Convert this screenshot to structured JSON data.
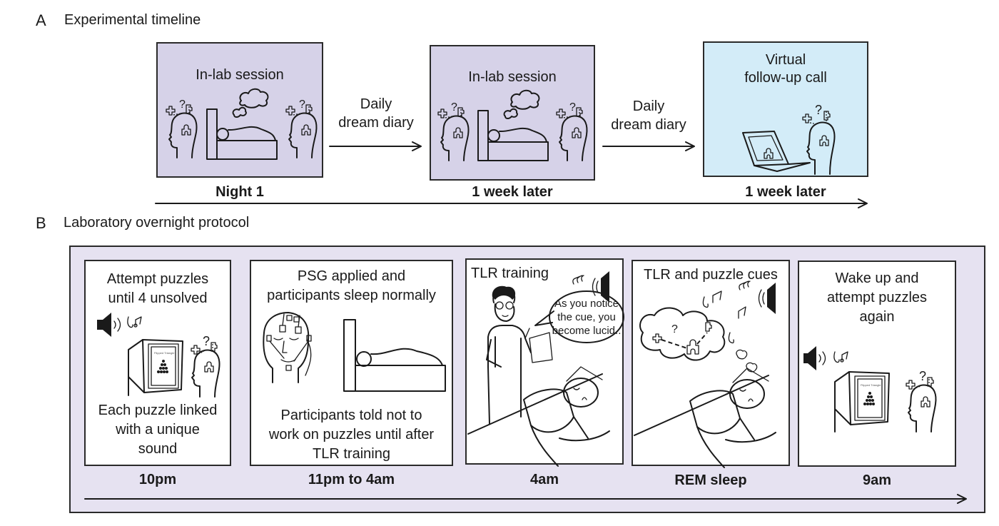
{
  "sectionA": {
    "letter": "A",
    "title": "Experimental timeline",
    "stages": [
      {
        "title": "In-lab session",
        "label": "Night 1",
        "color": "#d6d2e8"
      },
      {
        "title": "In-lab session",
        "label": "1 week later",
        "color": "#d6d2e8"
      },
      {
        "title_line1": "Virtual",
        "title_line2": "follow-up call",
        "label": "1 week later",
        "color": "#d3ecf8"
      }
    ],
    "transitions": [
      {
        "line1": "Daily",
        "line2": "dream diary"
      },
      {
        "line1": "Daily",
        "line2": "dream diary"
      }
    ]
  },
  "sectionB": {
    "letter": "B",
    "title": "Laboratory overnight protocol",
    "background_color": "#e6e2f1",
    "panels": [
      {
        "top_line1": "Attempt puzzles",
        "top_line2": "until 4 unsolved",
        "bottom_line1": "Each puzzle linked",
        "bottom_line2": "with a unique",
        "bottom_line3": "sound",
        "screen_text": "Flipped Triangle",
        "time": "10pm"
      },
      {
        "top_line1": "PSG applied and",
        "top_line2": "participants sleep normally",
        "bottom_line1": "Participants told not to",
        "bottom_line2": "work on puzzles until after",
        "bottom_line3": "TLR training",
        "time": "11pm to 4am"
      },
      {
        "top_line1": "TLR training",
        "speech_line1": "As you notice",
        "speech_line2": "the cue, you",
        "speech_line3": "become lucid..",
        "time": "4am"
      },
      {
        "top_line1": "TLR and puzzle cues",
        "dream_symbol": "?",
        "time": "REM sleep"
      },
      {
        "top_line1": "Wake up and",
        "top_line2": "attempt puzzles",
        "top_line3": "again",
        "screen_text": "Flipped Triangle",
        "time": "9am"
      }
    ]
  }
}
